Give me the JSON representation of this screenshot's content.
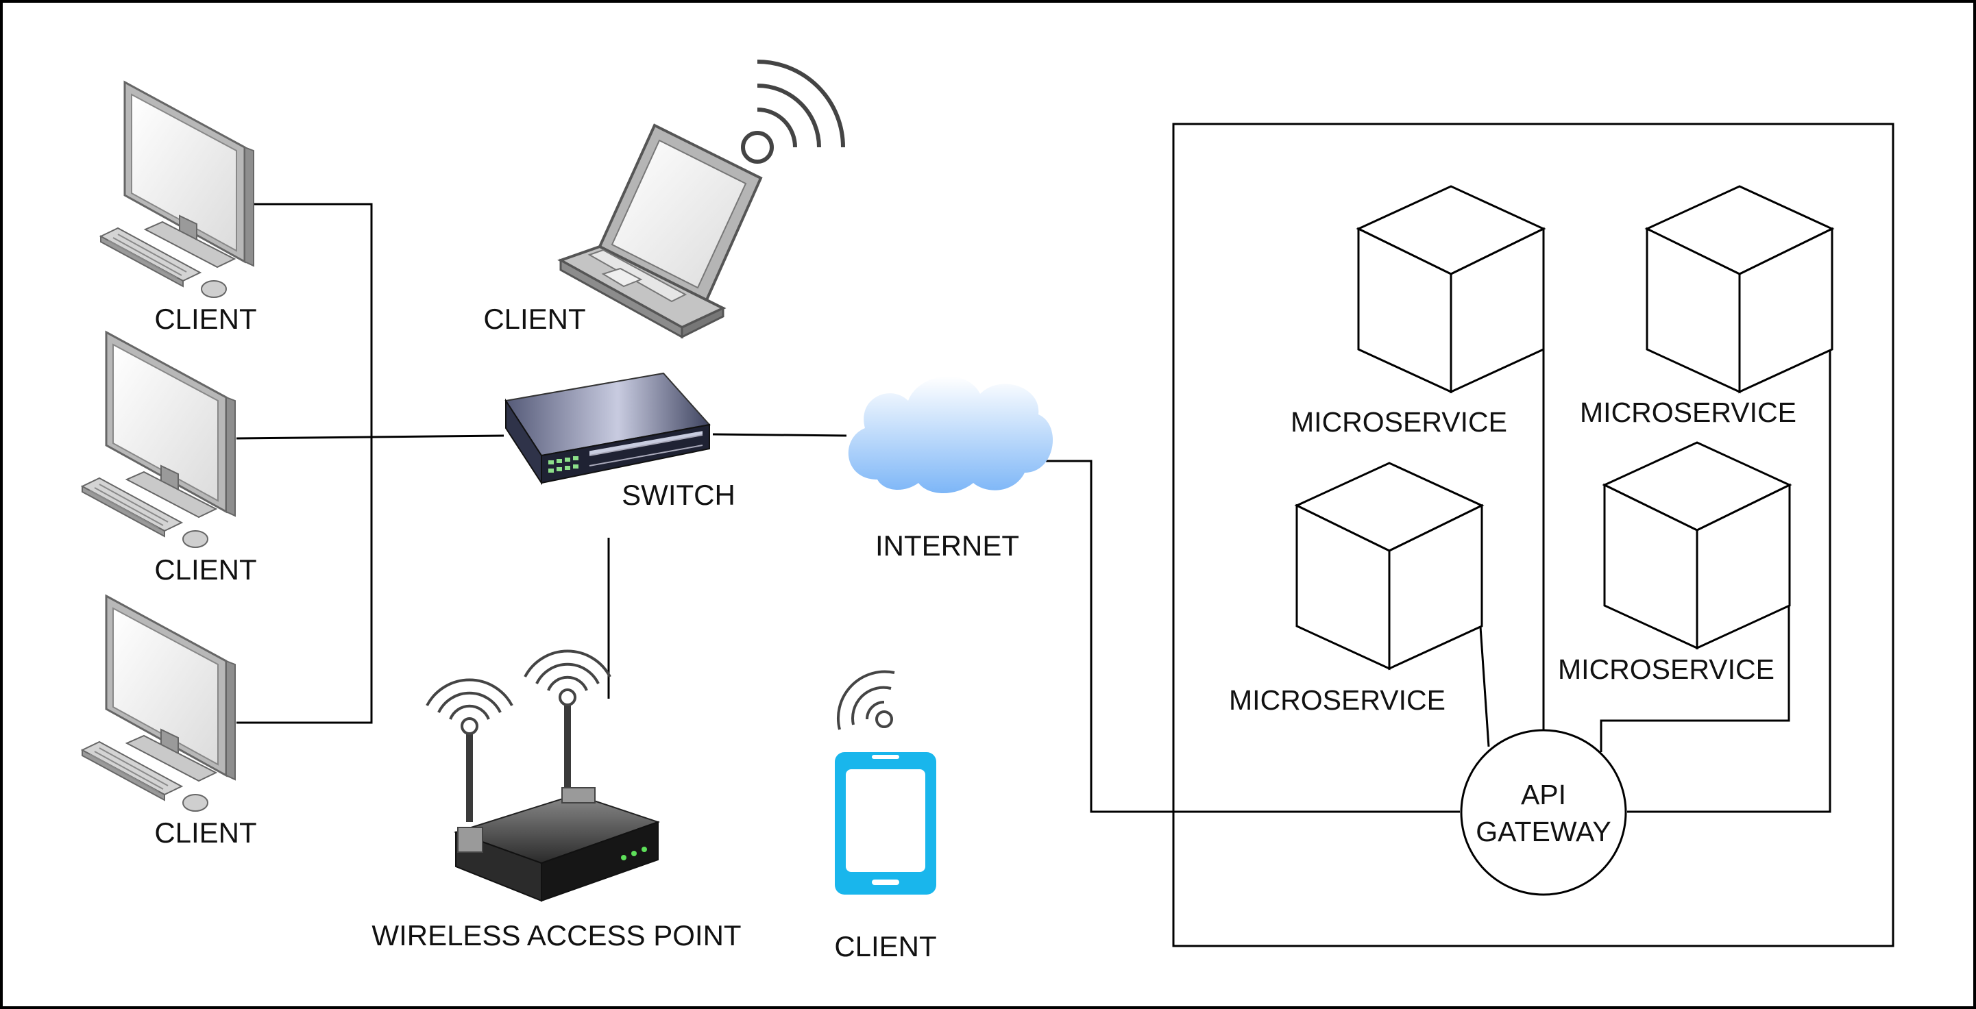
{
  "labels": {
    "client_desktop_1": "CLIENT",
    "client_desktop_2": "CLIENT",
    "client_desktop_3": "CLIENT",
    "client_laptop": "CLIENT",
    "client_phone": "CLIENT",
    "switch": "SWITCH",
    "internet": "INTERNET",
    "wireless_access_point": "WIRELESS ACCESS POINT",
    "microservice_1": "MICROSERVICE",
    "microservice_2": "MICROSERVICE",
    "microservice_3": "MICROSERVICE",
    "microservice_4": "MICROSERVICE",
    "api_gateway_line1": "API",
    "api_gateway_line2": "GATEWAY"
  },
  "icons": {
    "desktop": "desktop-computer-icon",
    "laptop": "laptop-icon",
    "phone": "smartphone-icon",
    "switch": "network-switch-icon",
    "cloud": "cloud-icon",
    "router": "wireless-router-icon",
    "wifi": "wifi-signal-icon",
    "cube": "cube-icon"
  },
  "colors": {
    "line": "#000000",
    "phone": "#19b6ec",
    "cloud_top": "#ffffff",
    "cloud_bottom": "#7db6f7"
  }
}
